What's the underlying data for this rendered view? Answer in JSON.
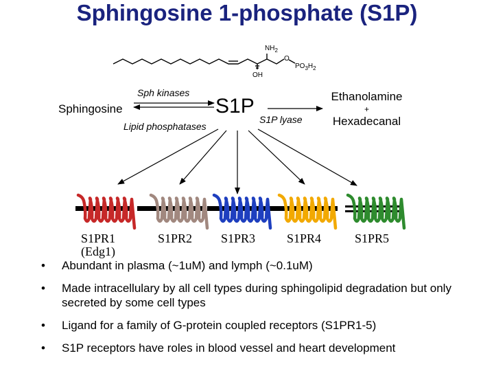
{
  "title": "Sphingosine 1-phosphate (S1P)",
  "molecule": {
    "nh2": "NH",
    "nh2_sub": "2",
    "oh": "OH",
    "o": "O",
    "po3h2": "PO",
    "po3h2_sub1": "3",
    "po3h2_h": "H",
    "po3h2_sub2": "2"
  },
  "pathway": {
    "sphingosine": "Sphingosine",
    "sph_kinases": "Sph kinases",
    "lipid_phosphatases": "Lipid phosphatases",
    "s1p": "S1P",
    "s1p_lyase": "S1P lyase",
    "ethanolamine": "Ethanolamine",
    "plus": "+",
    "hexadecanal": "Hexadecanal"
  },
  "receptors": [
    {
      "label": "S1PR1",
      "sublabel": "(Edg1)",
      "color": "#c62828"
    },
    {
      "label": "S1PR2",
      "sublabel": "",
      "color": "#a1887f"
    },
    {
      "label": "S1PR3",
      "sublabel": "",
      "color": "#1e3fbf"
    },
    {
      "label": "S1PR4",
      "sublabel": "",
      "color": "#f2a900"
    },
    {
      "label": "S1PR5",
      "sublabel": "",
      "color": "#2e8b2e"
    }
  ],
  "bullets": [
    {
      "symbol": "•",
      "text": "Abundant in plasma (~1uM) and lymph (~0.1uM)"
    },
    {
      "symbol": "•",
      "text": "Made intracellulary by all cell types during sphingolipid degradation but only secreted by some cell types"
    },
    {
      "symbol": "•",
      "text": "Ligand for a family of G-protein coupled receptors (S1PR1-5)"
    },
    {
      "symbol": "•",
      "text": "S1P receptors have roles in blood vessel and heart development"
    }
  ]
}
